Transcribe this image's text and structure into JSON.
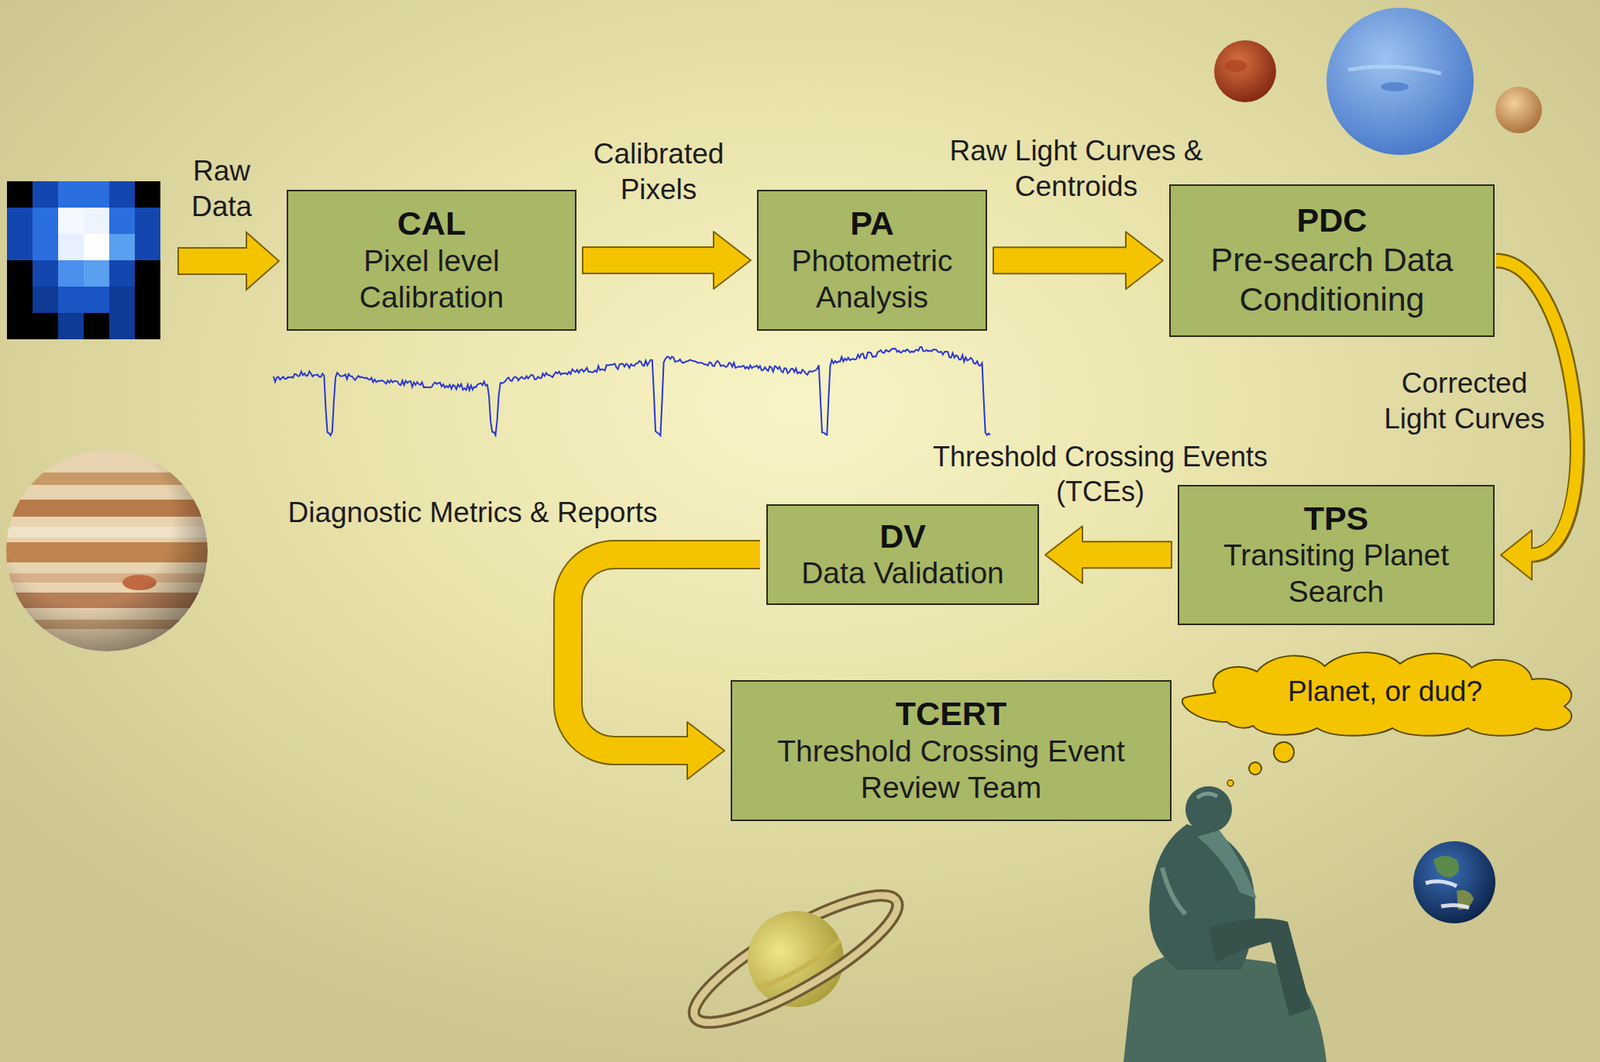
{
  "diagram": {
    "nodes": [
      {
        "text": [
          "CAL",
          "Pixel level Calibration"
        ]
      },
      {
        "text": [
          "PA",
          "Photometric Analysis"
        ]
      },
      {
        "text": [
          "PDC",
          "Pre-search Data Conditioning"
        ]
      },
      {
        "text": [
          "TPS",
          "Transiting Planet Search"
        ]
      },
      {
        "text": [
          "DV",
          "Data Validation"
        ]
      },
      {
        "text": [
          "TCERT",
          "Threshold Crossing Event Review Team"
        ]
      },
      {
        "text": [
          "Planet, or dud?"
        ]
      }
    ],
    "edges": [
      {
        "from": 0,
        "to": 1,
        "label": "Calibrated Pixels",
        "arrow": "to"
      },
      {
        "from": 1,
        "to": 2,
        "label": "Raw Light Curves & Centroids",
        "arrow": "to"
      },
      {
        "from": 2,
        "to": 3,
        "label": "Corrected Light Curves",
        "arrow": "to"
      },
      {
        "from": 3,
        "to": 4,
        "label": "Threshold Crossing Events (TCEs)",
        "arrow": "to"
      },
      {
        "from": 4,
        "to": 5,
        "label": "Diagnostic Metrics & Reports",
        "arrow": "to"
      }
    ],
    "labels": [
      "Raw Data"
    ]
  }
}
